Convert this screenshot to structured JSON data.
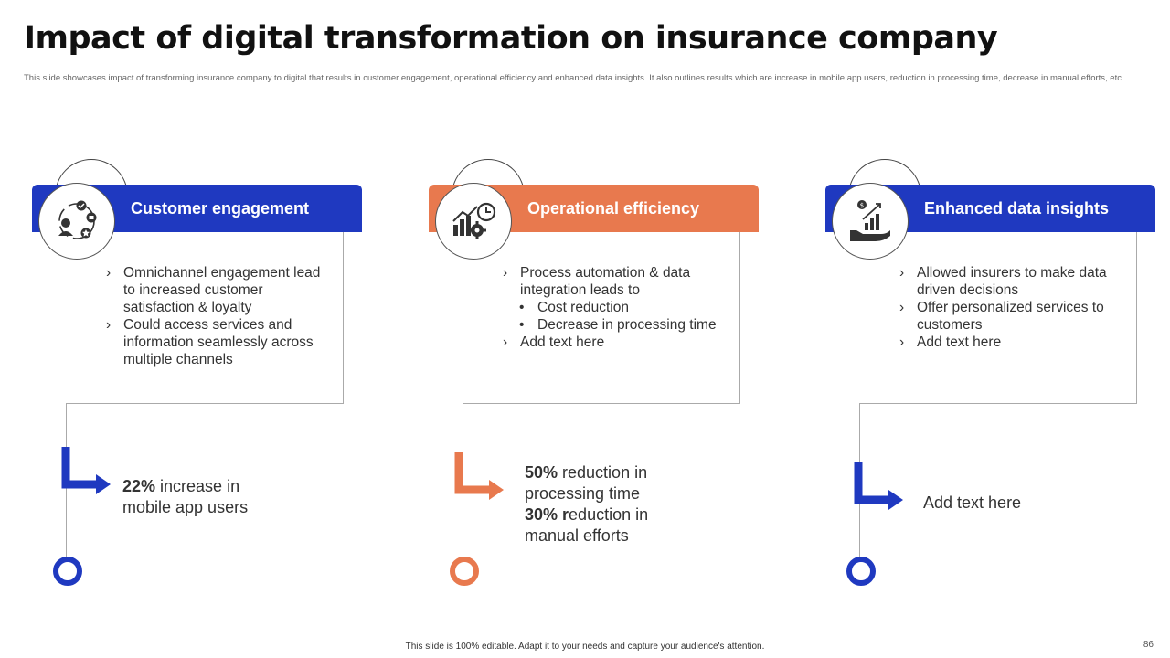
{
  "title": "Impact of digital transformation on insurance company",
  "subtitle": "This slide showcases impact of transforming insurance company to digital that results in customer engagement, operational efficiency and enhanced data insights. It also outlines results which are increase in mobile app users, reduction in processing time, decrease in manual efforts, etc.",
  "colors": {
    "blue": "#1f39c0",
    "orange": "#e8794e"
  },
  "columns": [
    {
      "heading": "Customer engagement",
      "icon": "customer-engagement-icon",
      "bullets": [
        {
          "text": "Omnichannel engagement lead to increased customer satisfaction & loyalty"
        },
        {
          "text": "Could access services and information seamlessly across multiple channels"
        }
      ],
      "result": {
        "lines": [
          {
            "bold": "22%",
            "text": " increase in"
          },
          {
            "bold": "",
            "text": "mobile app users"
          }
        ]
      }
    },
    {
      "heading": "Operational efficiency",
      "icon": "operational-efficiency-icon",
      "bullets": [
        {
          "text": "Process automation & data integration leads to"
        },
        {
          "text": "Cost reduction"
        },
        {
          "text": "Decrease in processing time"
        },
        {
          "text": "Add text here"
        }
      ],
      "result": {
        "lines": [
          {
            "bold": "50%",
            "text": " reduction in"
          },
          {
            "bold": "",
            "text": "processing time"
          },
          {
            "bold": "30% r",
            "text": "eduction in"
          },
          {
            "bold": "",
            "text": "manual efforts"
          }
        ]
      }
    },
    {
      "heading": "Enhanced data insights",
      "icon": "data-insights-icon",
      "bullets": [
        {
          "text": "Allowed insurers to make data driven decisions"
        },
        {
          "text": "Offer personalized services to customers"
        },
        {
          "text": "Add text here"
        }
      ],
      "result": {
        "lines": [
          {
            "bold": "",
            "text": "Add text here"
          }
        ]
      }
    }
  ],
  "footer": "This slide is 100% editable. Adapt it to your needs and capture your audience's attention.",
  "page_number": "86"
}
